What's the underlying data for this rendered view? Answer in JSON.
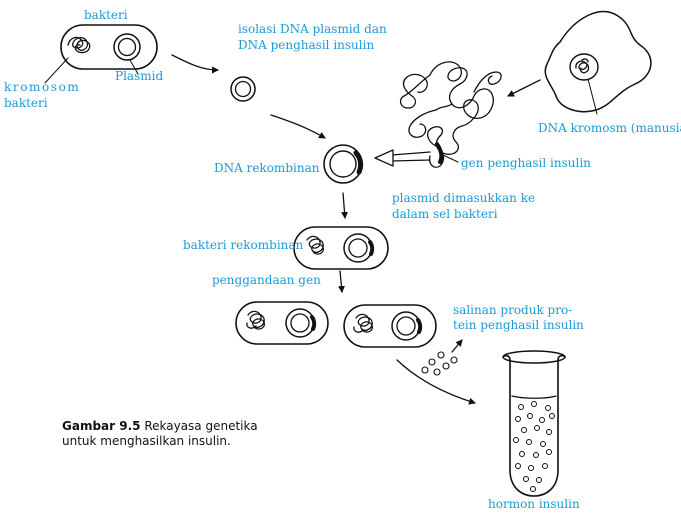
{
  "labels": {
    "bakteri": "bakteri",
    "kromosom_bakteri_line1": "kromosom",
    "kromosom_bakteri_line2": "bakteri",
    "plasmid": "Plasmid",
    "isolasi_line1": "isolasi DNA plasmid dan",
    "isolasi_line2": "DNA penghasil insulin",
    "dna_kromosom_manusia": "DNA kromosm (manusia)",
    "gen_penghasil_insulin": "gen penghasil insulin",
    "dna_rekombinan": "DNA rekombinan",
    "plasmid_dimasukkan_line1": "plasmid dimasukkan ke",
    "plasmid_dimasukkan_line2": "dalam sel bakteri",
    "bakteri_rekombinan": "bakteri rekombinan",
    "penggandaan_gen": "penggandaan gen",
    "salinan_line1": "salinan produk pro-",
    "salinan_line2": "tein penghasil insulin",
    "hormon_insulin": "hormon insulin"
  },
  "caption": {
    "number": "Gambar 9.5",
    "text_line1": "Rekayasa genetika",
    "text_line2": "untuk menghasilkan insulin."
  },
  "colors": {
    "label": "#1a9ad6",
    "ink": "#111111"
  }
}
